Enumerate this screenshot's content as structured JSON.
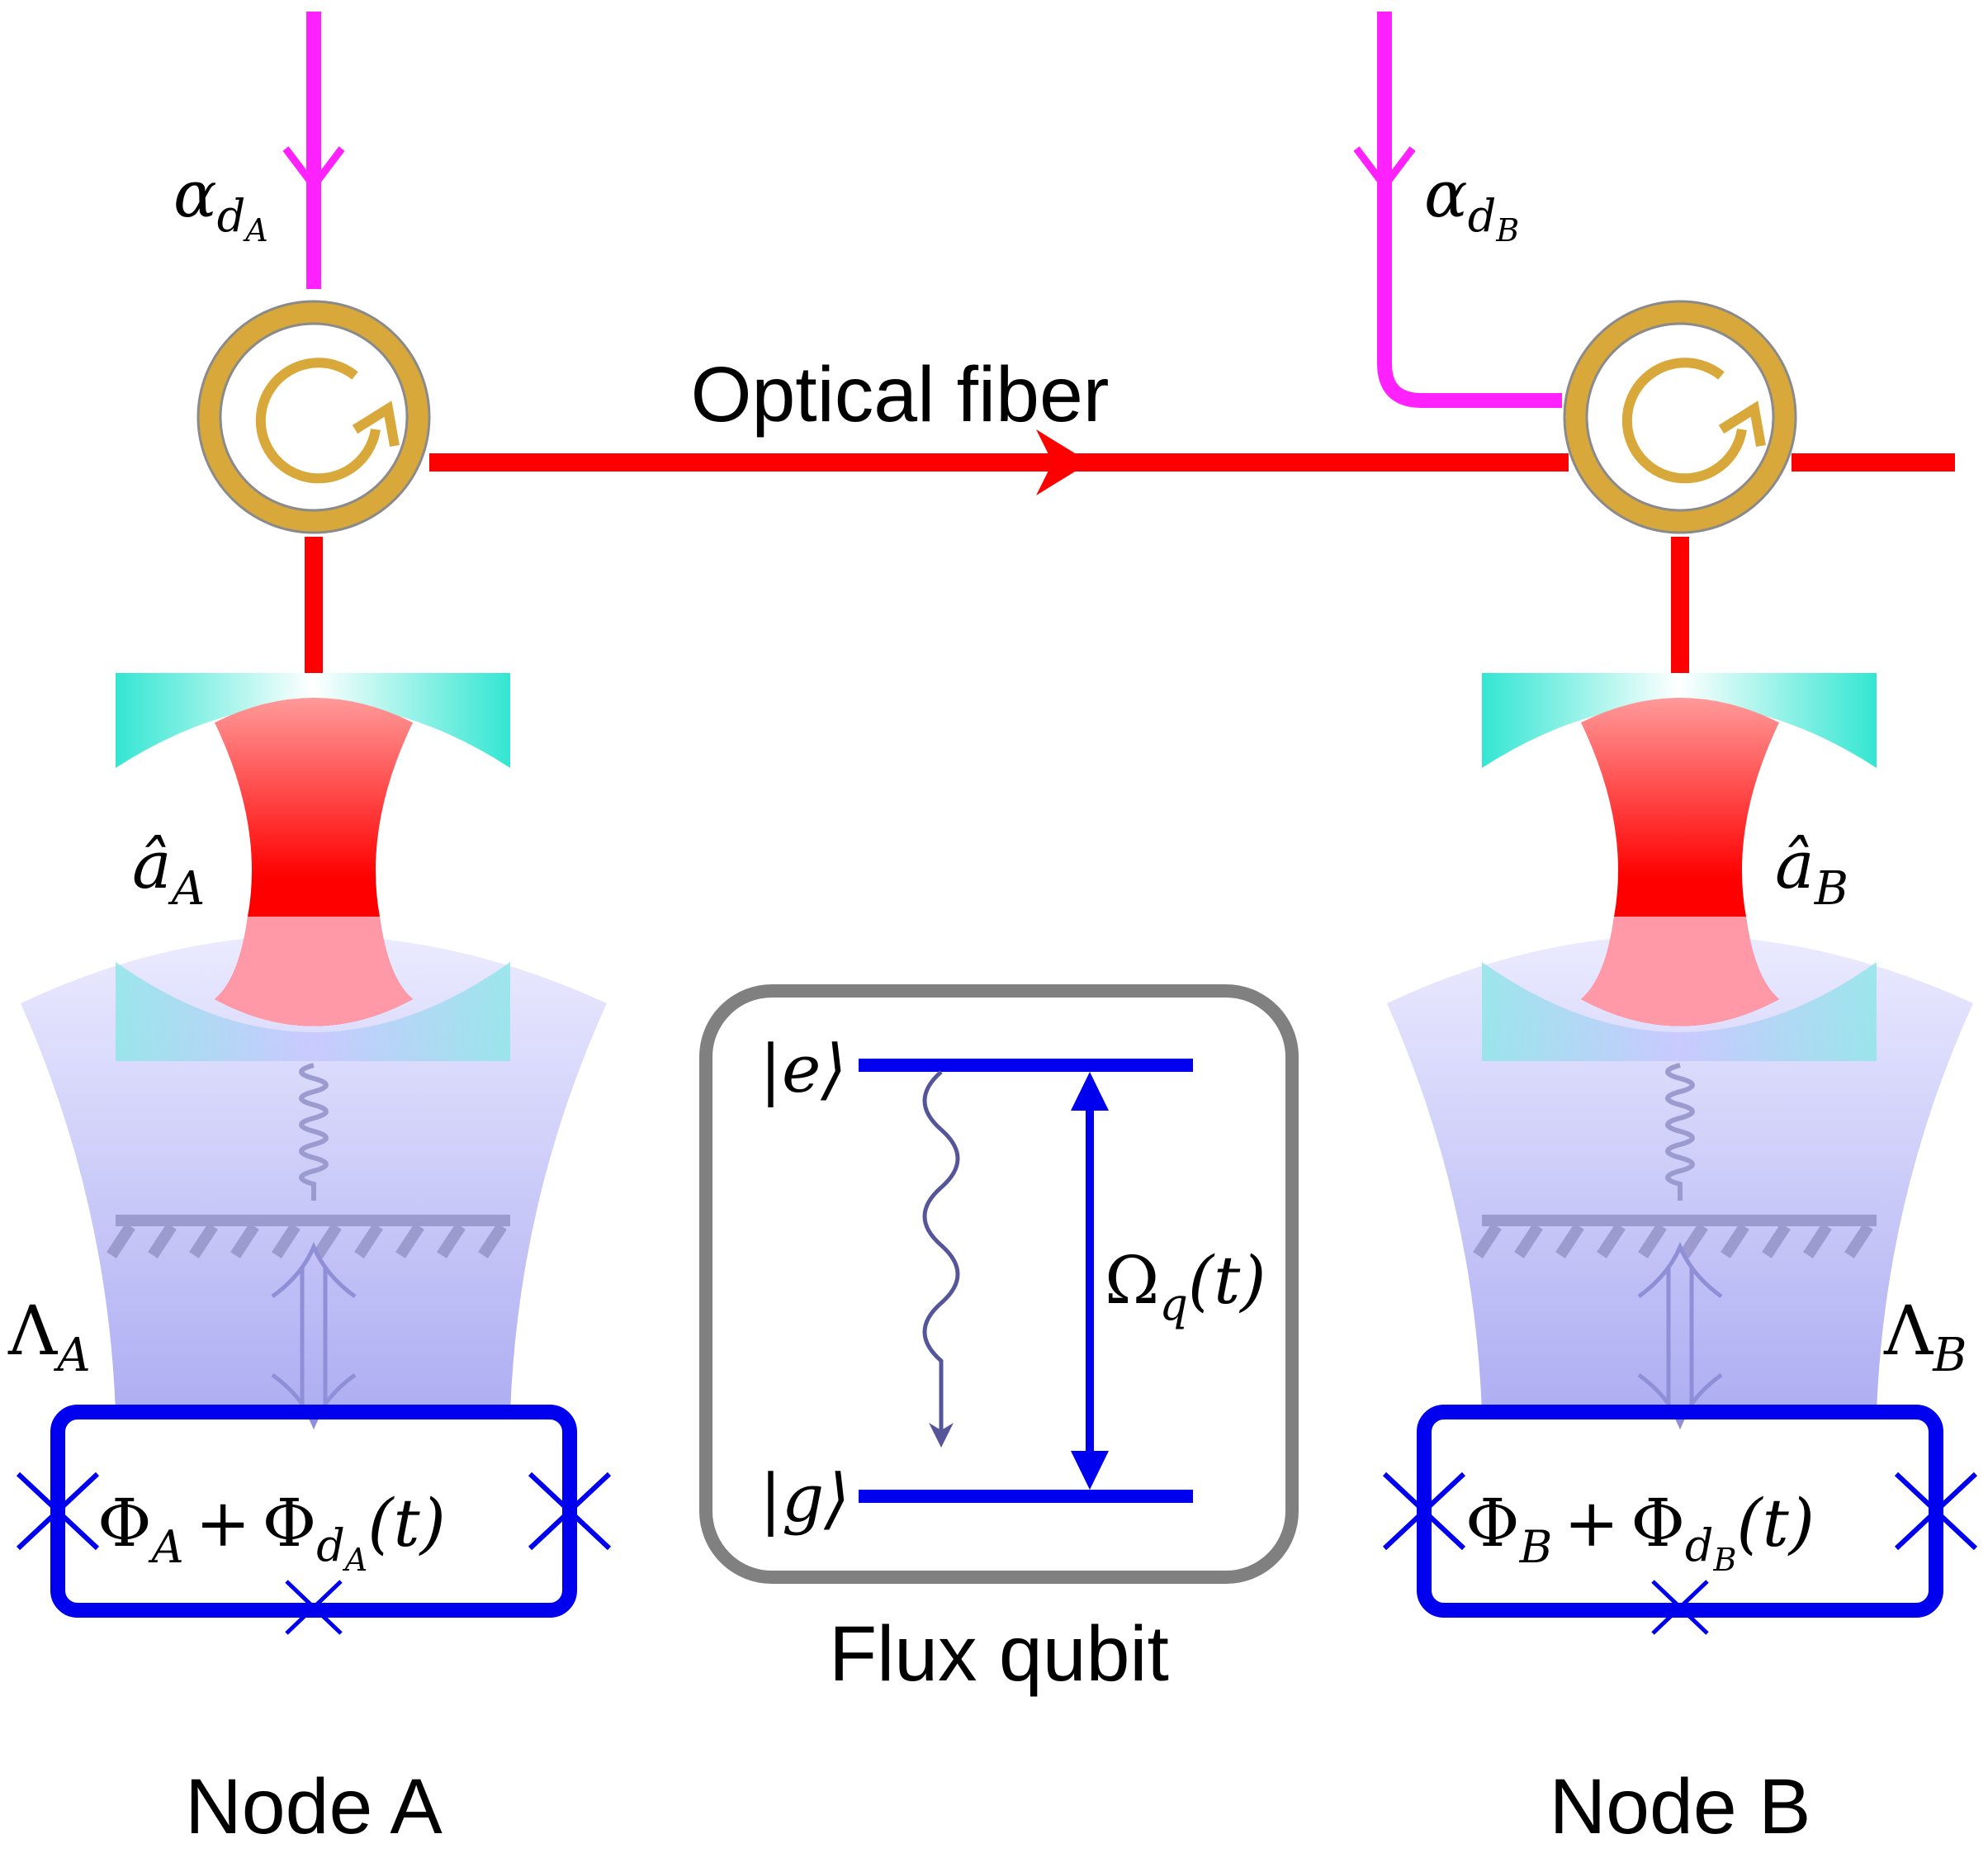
{
  "labels": {
    "optical_fiber": "Optical fiber",
    "flux_qubit": "Flux qubit",
    "node_a": "Node A",
    "node_b": "Node B"
  },
  "math": {
    "alpha_dA": {
      "base": "α",
      "sub": "d",
      "subsub": "A"
    },
    "alpha_dB": {
      "base": "α",
      "sub": "d",
      "subsub": "B"
    },
    "a_hat_A": {
      "base": "â",
      "sub": "A"
    },
    "a_hat_B": {
      "base": "â",
      "sub": "B"
    },
    "lambda_A": {
      "base": "Λ",
      "sub": "A"
    },
    "lambda_B": {
      "base": "Λ",
      "sub": "B"
    },
    "flux_A": {
      "phi": "Φ",
      "sub1": "A",
      "plus": "+",
      "sub2": "d",
      "subsub2": "A",
      "arg": "(t)"
    },
    "flux_B": {
      "phi": "Φ",
      "sub1": "B",
      "plus": "+",
      "sub2": "d",
      "subsub2": "B",
      "arg": "(t)"
    },
    "ket_e": "|e⟩",
    "ket_g": "|g⟩",
    "omega_q": {
      "base": "Ω",
      "sub": "q",
      "arg": "(t)"
    }
  },
  "colors": {
    "drive": "#ff22ff",
    "fiber": "#ff0000",
    "circulator": "#d9a83a",
    "loop": "#0000ee",
    "mirror": "#33e0d0",
    "qubit_box": "#808080",
    "mechanics": "#9b9be0"
  }
}
